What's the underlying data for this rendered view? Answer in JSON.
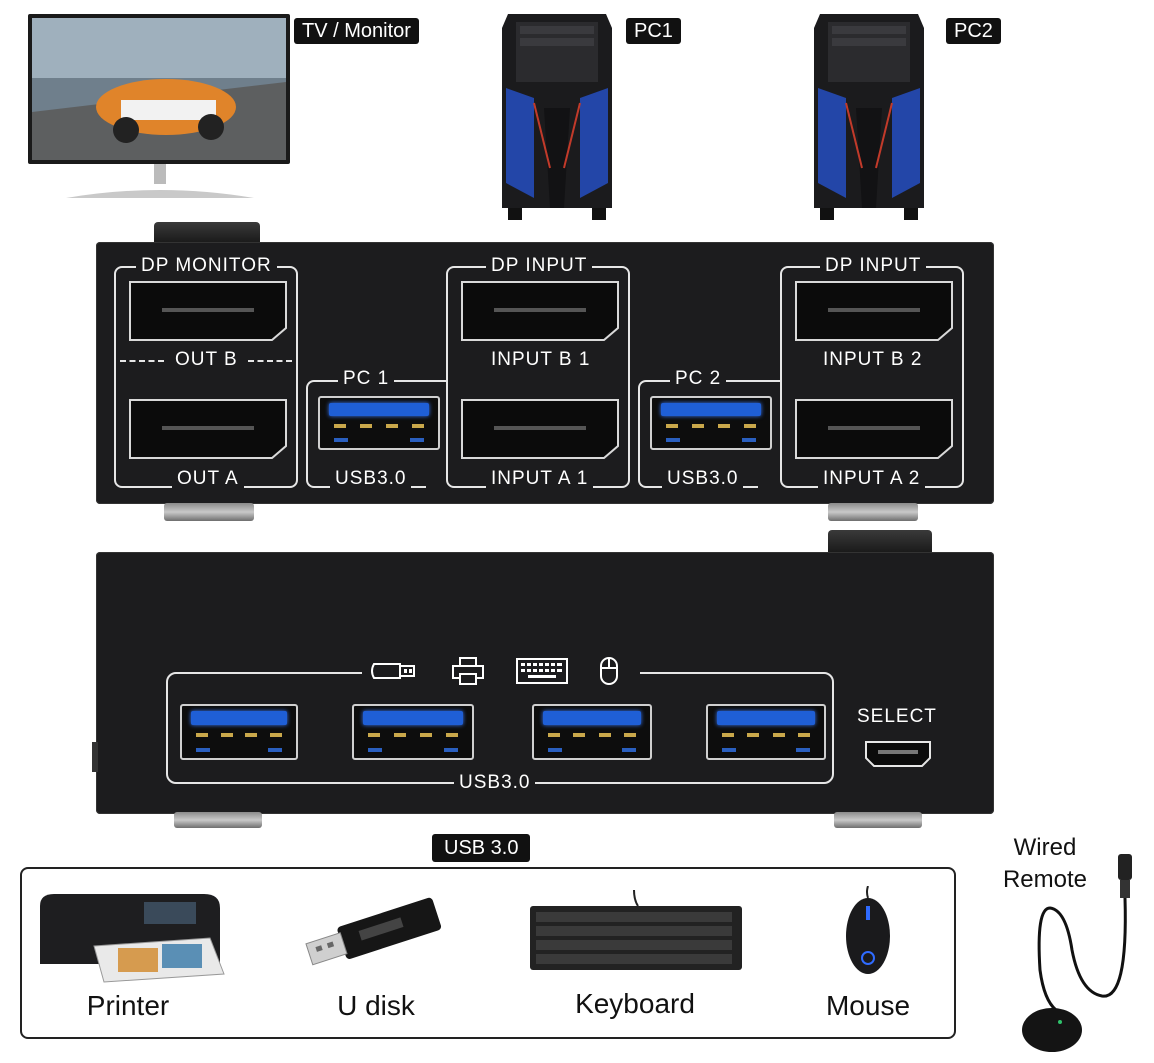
{
  "top_labels": {
    "monitor": "TV / Monitor",
    "pc1": "PC1",
    "pc2": "PC2"
  },
  "back_panel": {
    "dp_monitor": "DP MONITOR",
    "out_b": "OUT B",
    "out_a": "OUT A",
    "pc1": "PC 1",
    "pc2": "PC 2",
    "dp_input_1": "DP INPUT",
    "dp_input_2": "DP INPUT",
    "input_b1": "INPUT B 1",
    "input_a1": "INPUT A 1",
    "input_b2": "INPUT B 2",
    "input_a2": "INPUT A 2",
    "usb_pc1": "USB3.0",
    "usb_pc2": "USB3.0"
  },
  "front_panel": {
    "usb_label": "USB3.0",
    "select_label": "SELECT",
    "icons": [
      "usb-drive-icon",
      "printer-icon",
      "keyboard-icon",
      "mouse-icon"
    ]
  },
  "usb30_badge": "USB 3.0",
  "peripherals": [
    {
      "label": "Printer",
      "icon": "printer-icon"
    },
    {
      "label": "U disk",
      "icon": "usb-drive-icon"
    },
    {
      "label": "Keyboard",
      "icon": "keyboard-icon"
    },
    {
      "label": "Mouse",
      "icon": "mouse-icon"
    }
  ],
  "remote": {
    "line1": "Wired",
    "line2": "Remote"
  },
  "colors": {
    "panel": "#1c1c1e",
    "usb_blue": "#1f5fd6",
    "accent_blue": "#2f6bff"
  }
}
